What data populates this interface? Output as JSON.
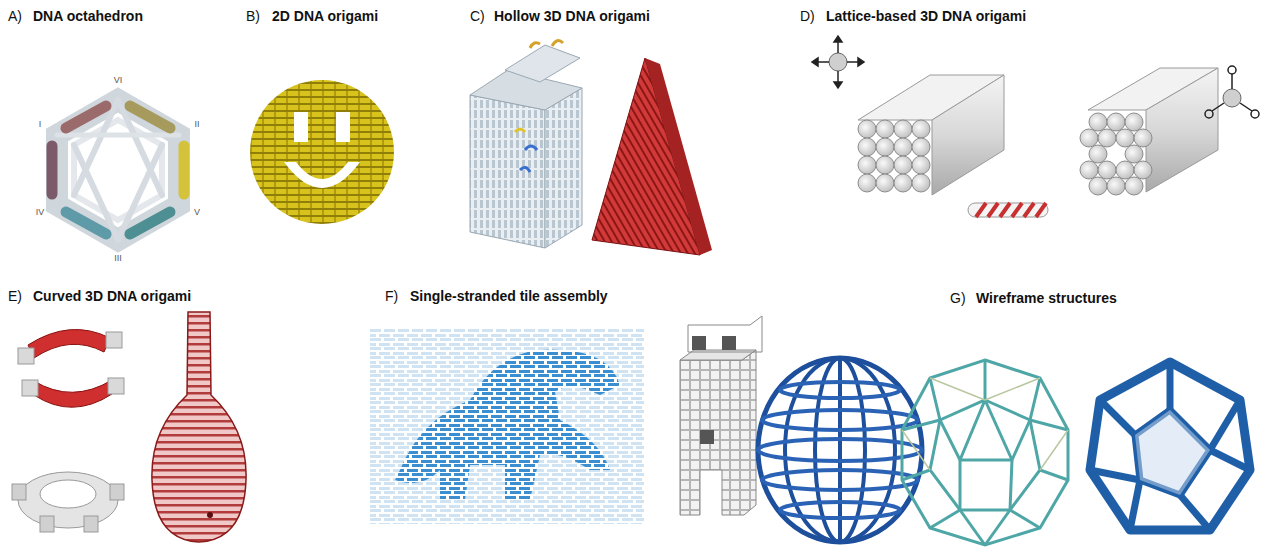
{
  "diagram": {
    "labels": [
      "A)",
      "DNA octahedron",
      "VI",
      "I",
      "II",
      "IV",
      "V",
      "III",
      "B)",
      "2D DNA origami",
      "C)",
      "Hollow 3D DNA origami",
      "D)",
      "Lattice-based 3D DNA origami",
      "E)",
      "Curved 3D DNA origami",
      "F)",
      "Single-stranded tile assembly",
      "G)",
      "Wireframe structures"
    ]
  }
}
